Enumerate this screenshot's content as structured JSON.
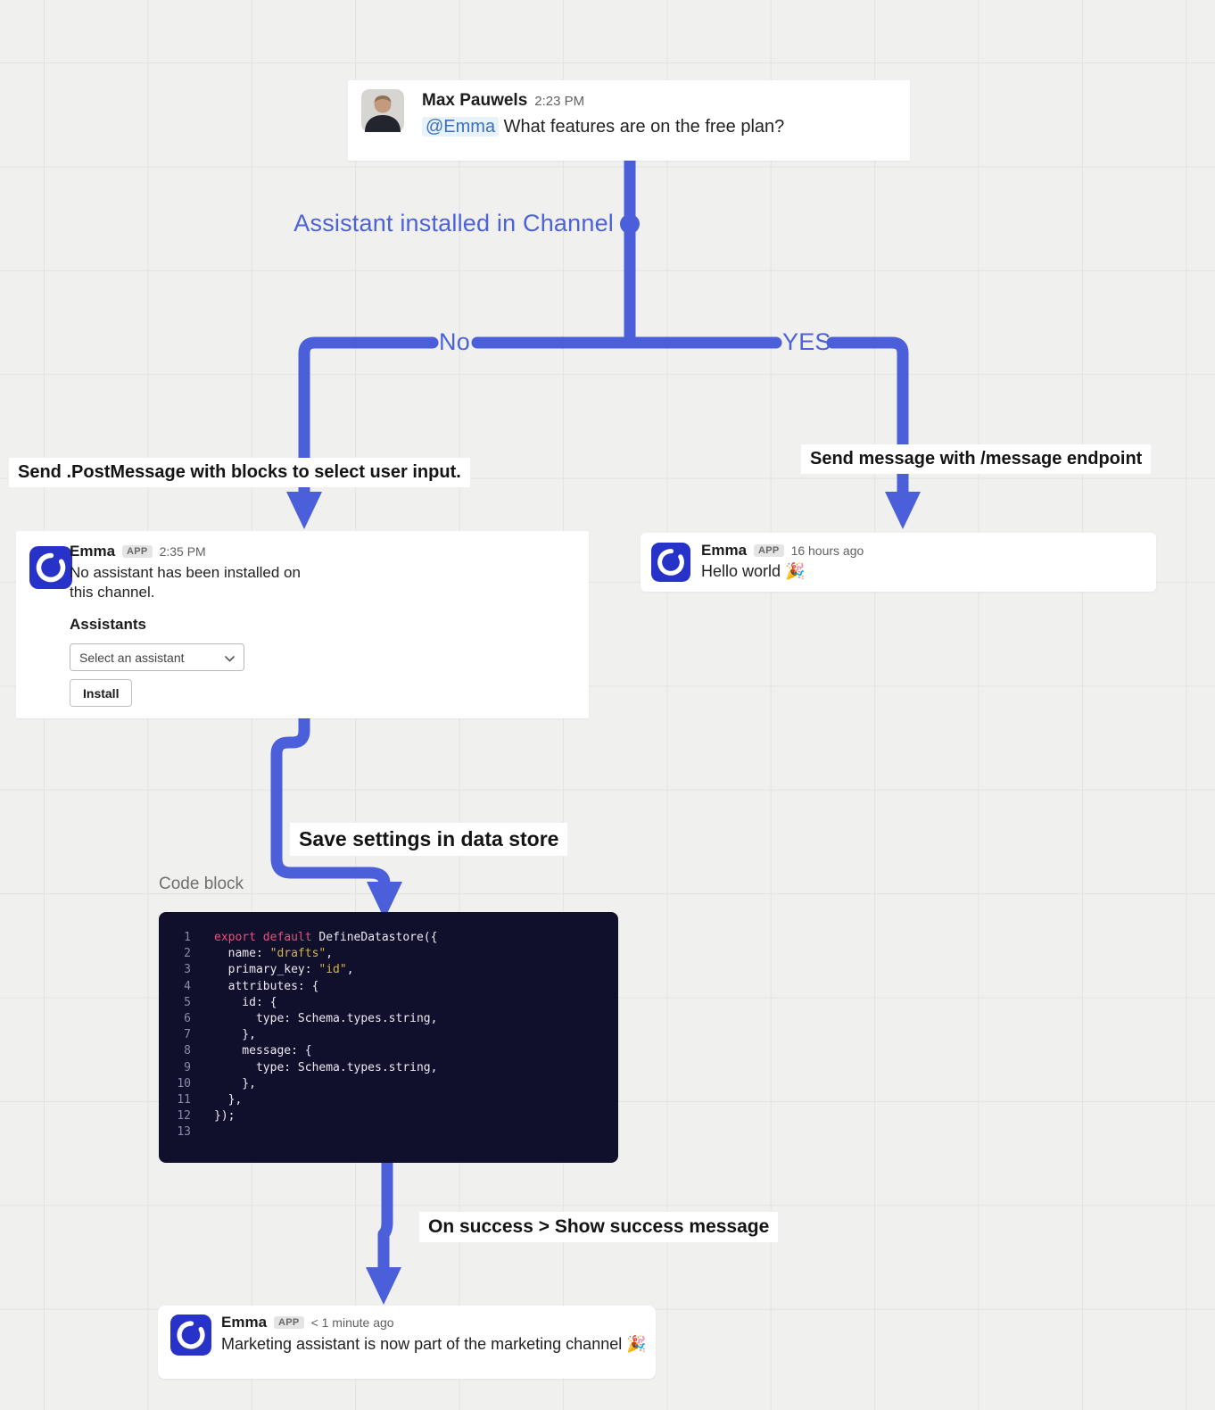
{
  "flow": {
    "decision_label": "Assistant installed in Channel",
    "branch_no": "No",
    "branch_yes": "YES",
    "action_no": "Send .PostMessage with blocks to select user input.",
    "action_yes": "Send message with /message endpoint",
    "action_save": "Save settings in data store",
    "action_success": "On success > Show success message",
    "code_block_label": "Code block"
  },
  "colors": {
    "connector_blue": "#4a5fd9",
    "flow_text_blue": "#4c62da",
    "emma_icon_bg": "#2732c8",
    "code_background": "#10102d",
    "code_keyword": "#ef4d7a",
    "code_string": "#d3b64a",
    "mention_text": "#3b6fbf",
    "mention_bg": "#e8f2fb"
  },
  "icons": {
    "emma_app": "open-ring-icon",
    "user_photo": "person-portrait",
    "select_arrow": "chevron-down-icon"
  },
  "messages": {
    "user": {
      "name": "Max Pauwels",
      "time": "2:23 PM",
      "mention": "@Emma",
      "text": "What features are on the free plan?"
    },
    "no_branch": {
      "name": "Emma",
      "badge": "APP",
      "time": "2:35 PM",
      "text": "No assistant has been installed on this channel.",
      "section_title": "Assistants",
      "select_placeholder": "Select an assistant",
      "install_label": "Install"
    },
    "yes_branch": {
      "name": "Emma",
      "badge": "APP",
      "time": "16 hours ago",
      "text": "Hello world",
      "emoji": "🎉"
    },
    "success": {
      "name": "Emma",
      "badge": "APP",
      "time": "< 1 minute ago",
      "text": "Marketing assistant is now part of the marketing channel",
      "emoji": "🎉"
    }
  },
  "code_block": {
    "lines": [
      {
        "n": "1",
        "segments": [
          {
            "t": "export default ",
            "c": "kw"
          },
          {
            "t": "DefineDatastore({",
            "c": "pl"
          }
        ]
      },
      {
        "n": "2",
        "segments": [
          {
            "t": "  name: ",
            "c": "pl"
          },
          {
            "t": "\"drafts\"",
            "c": "str"
          },
          {
            "t": ",",
            "c": "pl"
          }
        ]
      },
      {
        "n": "3",
        "segments": [
          {
            "t": "  primary_key: ",
            "c": "pl"
          },
          {
            "t": "\"id\"",
            "c": "str"
          },
          {
            "t": ",",
            "c": "pl"
          }
        ]
      },
      {
        "n": "4",
        "segments": [
          {
            "t": "  attributes: {",
            "c": "pl"
          }
        ]
      },
      {
        "n": "5",
        "segments": [
          {
            "t": "    id: {",
            "c": "pl"
          }
        ]
      },
      {
        "n": "6",
        "segments": [
          {
            "t": "      type: Schema.types.string,",
            "c": "pl"
          }
        ]
      },
      {
        "n": "7",
        "segments": [
          {
            "t": "    },",
            "c": "pl"
          }
        ]
      },
      {
        "n": "8",
        "segments": [
          {
            "t": "    message: {",
            "c": "pl"
          }
        ]
      },
      {
        "n": "9",
        "segments": [
          {
            "t": "      type: Schema.types.string,",
            "c": "pl"
          }
        ]
      },
      {
        "n": "10",
        "segments": [
          {
            "t": "    },",
            "c": "pl"
          }
        ]
      },
      {
        "n": "11",
        "segments": [
          {
            "t": "  },",
            "c": "pl"
          }
        ]
      },
      {
        "n": "12",
        "segments": [
          {
            "t": "});",
            "c": "pl"
          }
        ]
      },
      {
        "n": "13",
        "segments": []
      }
    ]
  }
}
